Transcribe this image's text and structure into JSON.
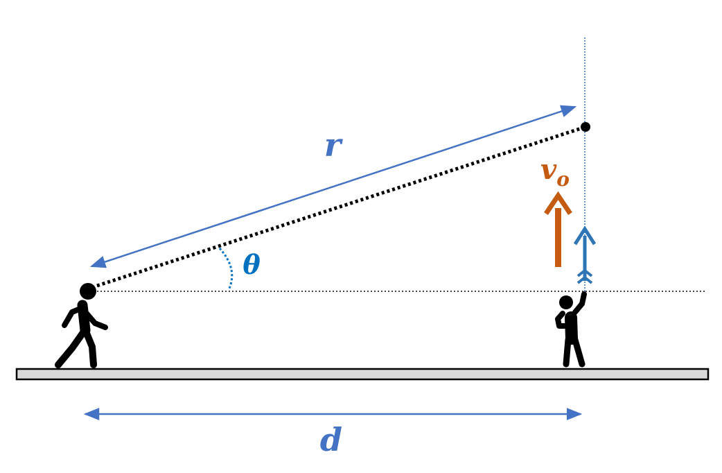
{
  "labels": {
    "distance_r": "r",
    "angle": "θ",
    "velocity_main": "v",
    "velocity_sub": "o",
    "distance_d": "d"
  },
  "colors": {
    "blue": "#4472c4",
    "angle_blue": "#0070c0",
    "orange": "#c55a11",
    "arrow_blue": "#2e75b6",
    "ground_fill": "#d9d9d9",
    "black": "#000000"
  },
  "icons": {
    "walker": "walking-person-icon",
    "archer": "person-shooting-arrow-icon"
  }
}
